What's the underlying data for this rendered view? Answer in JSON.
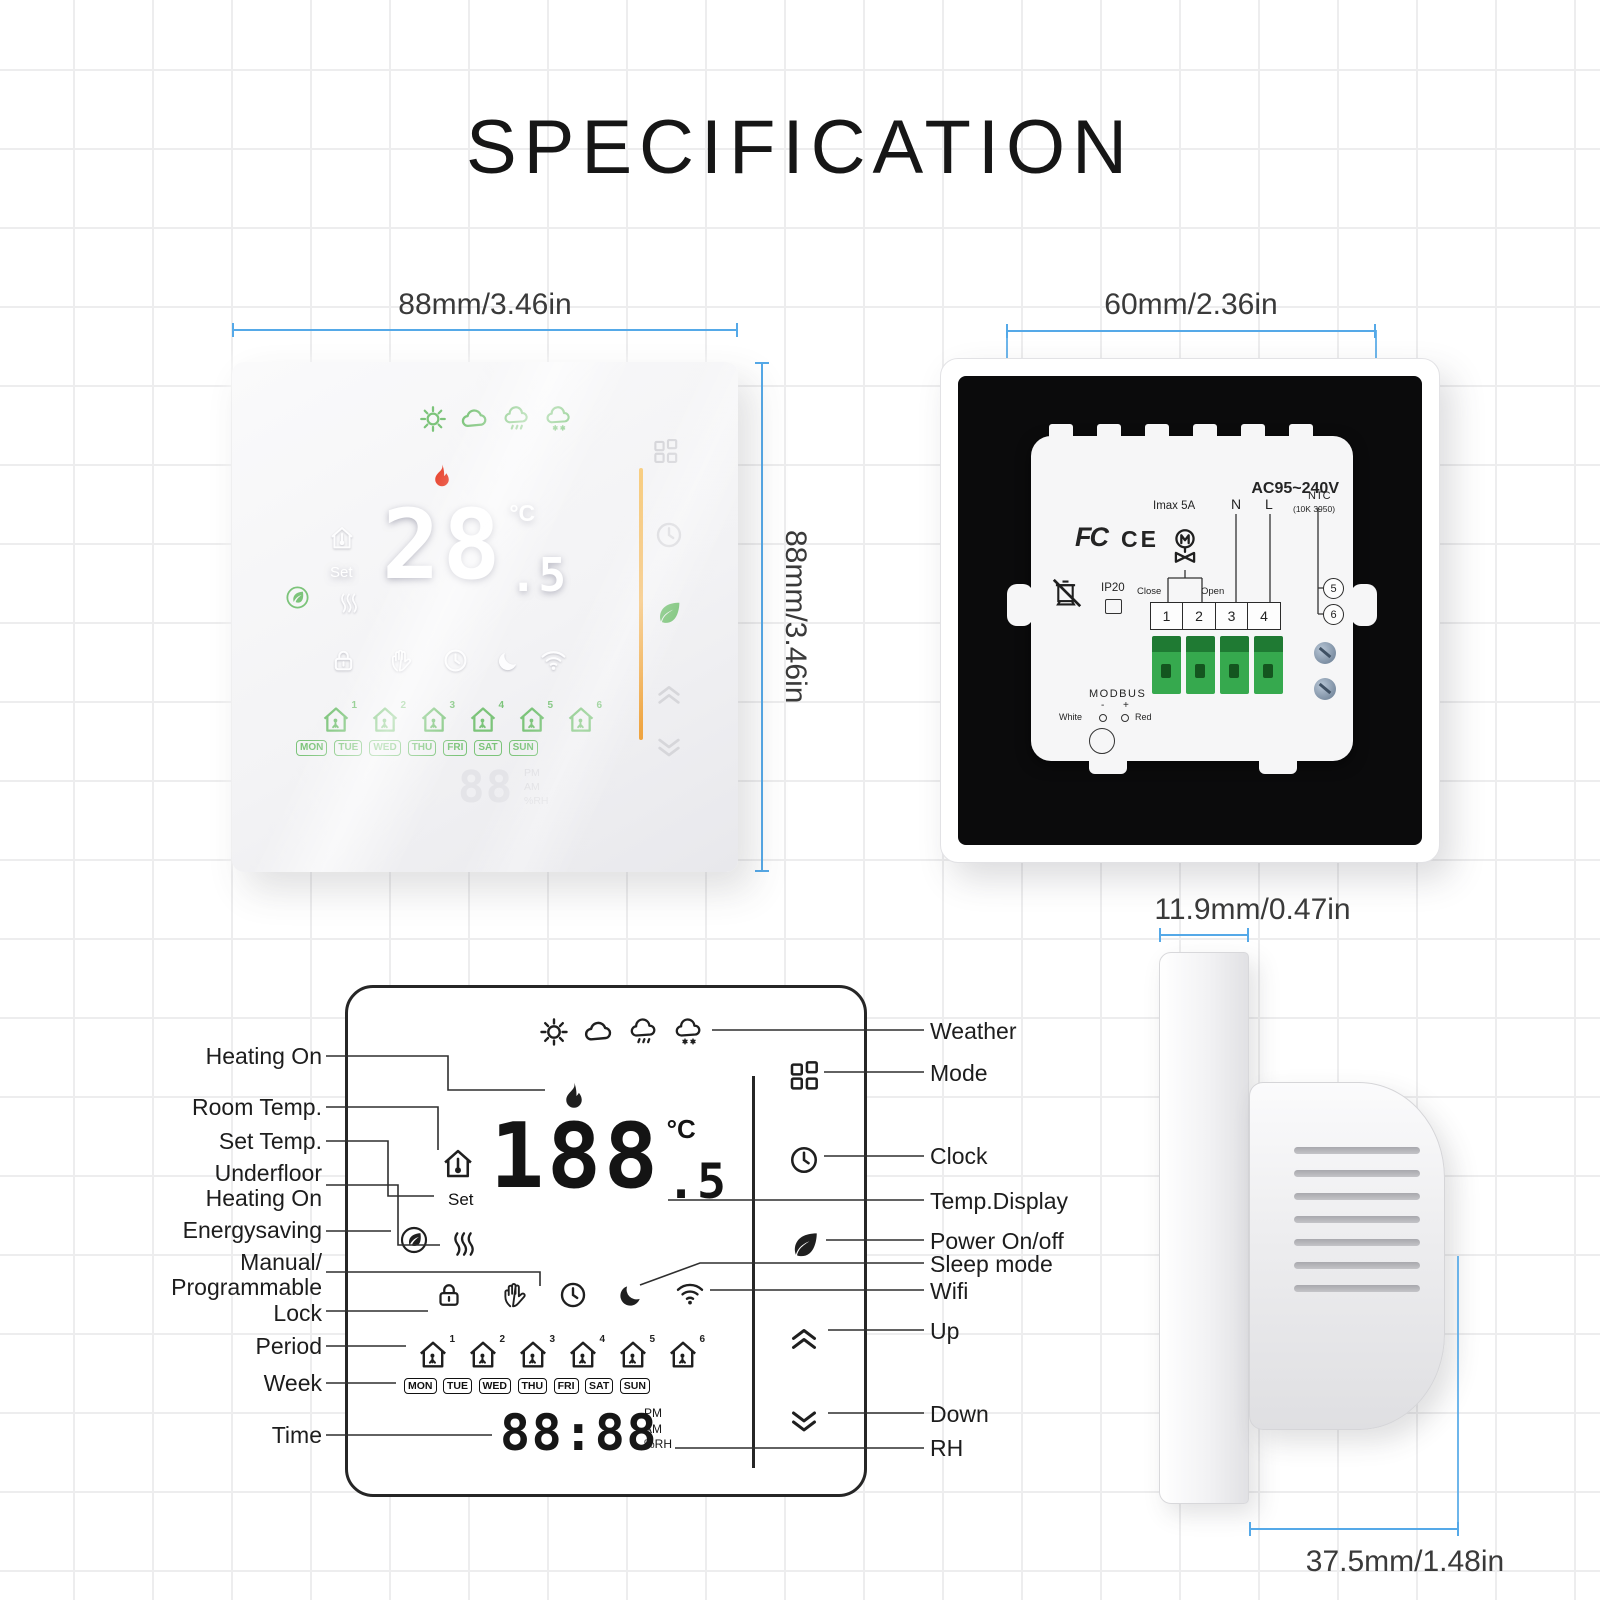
{
  "title": "SPECIFICATION",
  "colors": {
    "dimension_blue": "#55a9e8",
    "display_green": "#7cc47a",
    "flame_red": "#e8432e",
    "slider_orange": "#efa440",
    "terminal_green": "#36a94e"
  },
  "week_days": [
    "MON",
    "TUE",
    "WED",
    "THU",
    "FRI",
    "SAT",
    "SUN"
  ],
  "period_numbers": [
    "1",
    "2",
    "3",
    "4",
    "5",
    "6"
  ],
  "front_view": {
    "width_dim": "88mm/3.46in",
    "height_dim": "88mm/3.46in",
    "screen": {
      "set_label": "Set",
      "temp_int": "28",
      "temp_dec": ".5",
      "unit": "°C",
      "time_digits": "88",
      "pm": "PM",
      "am": "AM",
      "rh": "%RH"
    }
  },
  "back_view": {
    "width_dim": "60mm/2.36in",
    "voltage": "AC95~240V",
    "imax": "Imax 5A",
    "n_label": "N",
    "l_label": "L",
    "ntc_label": "NTC",
    "ntc_sub": "(10K 3950)",
    "fcc": "FC",
    "ce": "CE",
    "ip_label": "IP20",
    "close_label": "Close",
    "open_label": "Open",
    "terminals": [
      "1",
      "2",
      "3",
      "4"
    ],
    "sensor_terminals": [
      "5",
      "6"
    ],
    "modbus_label": "MODBUS",
    "white_label": "White",
    "red_label": "Red",
    "minus": "-",
    "plus": "+"
  },
  "labeled_view": {
    "screen": {
      "set_label": "Set",
      "temp_int": "188",
      "temp_dec": ".5",
      "unit": "°C",
      "time_digits": "88:88",
      "pm": "PM",
      "am": "AM",
      "rh": "%RH"
    },
    "left_labels": {
      "heating_on": "Heating On",
      "room_temp": "Room Temp.",
      "set_temp": "Set Temp.",
      "underfloor_1": "Underfloor",
      "underfloor_2": "Heating On",
      "energysaving": "Energysaving",
      "manual_1": "Manual/",
      "manual_2": "Programmable",
      "lock": "Lock",
      "period": "Period",
      "week": "Week",
      "time": "Time"
    },
    "right_labels": {
      "weather": "Weather",
      "mode": "Mode",
      "clock": "Clock",
      "temp_display": "Temp.Display",
      "power": "Power On/off",
      "sleep": "Sleep mode",
      "wifi": "Wifi",
      "up": "Up",
      "down": "Down",
      "rh": "RH"
    }
  },
  "side_view": {
    "depth_dim": "11.9mm/0.47in",
    "total_dim": "37.5mm/1.48in"
  }
}
